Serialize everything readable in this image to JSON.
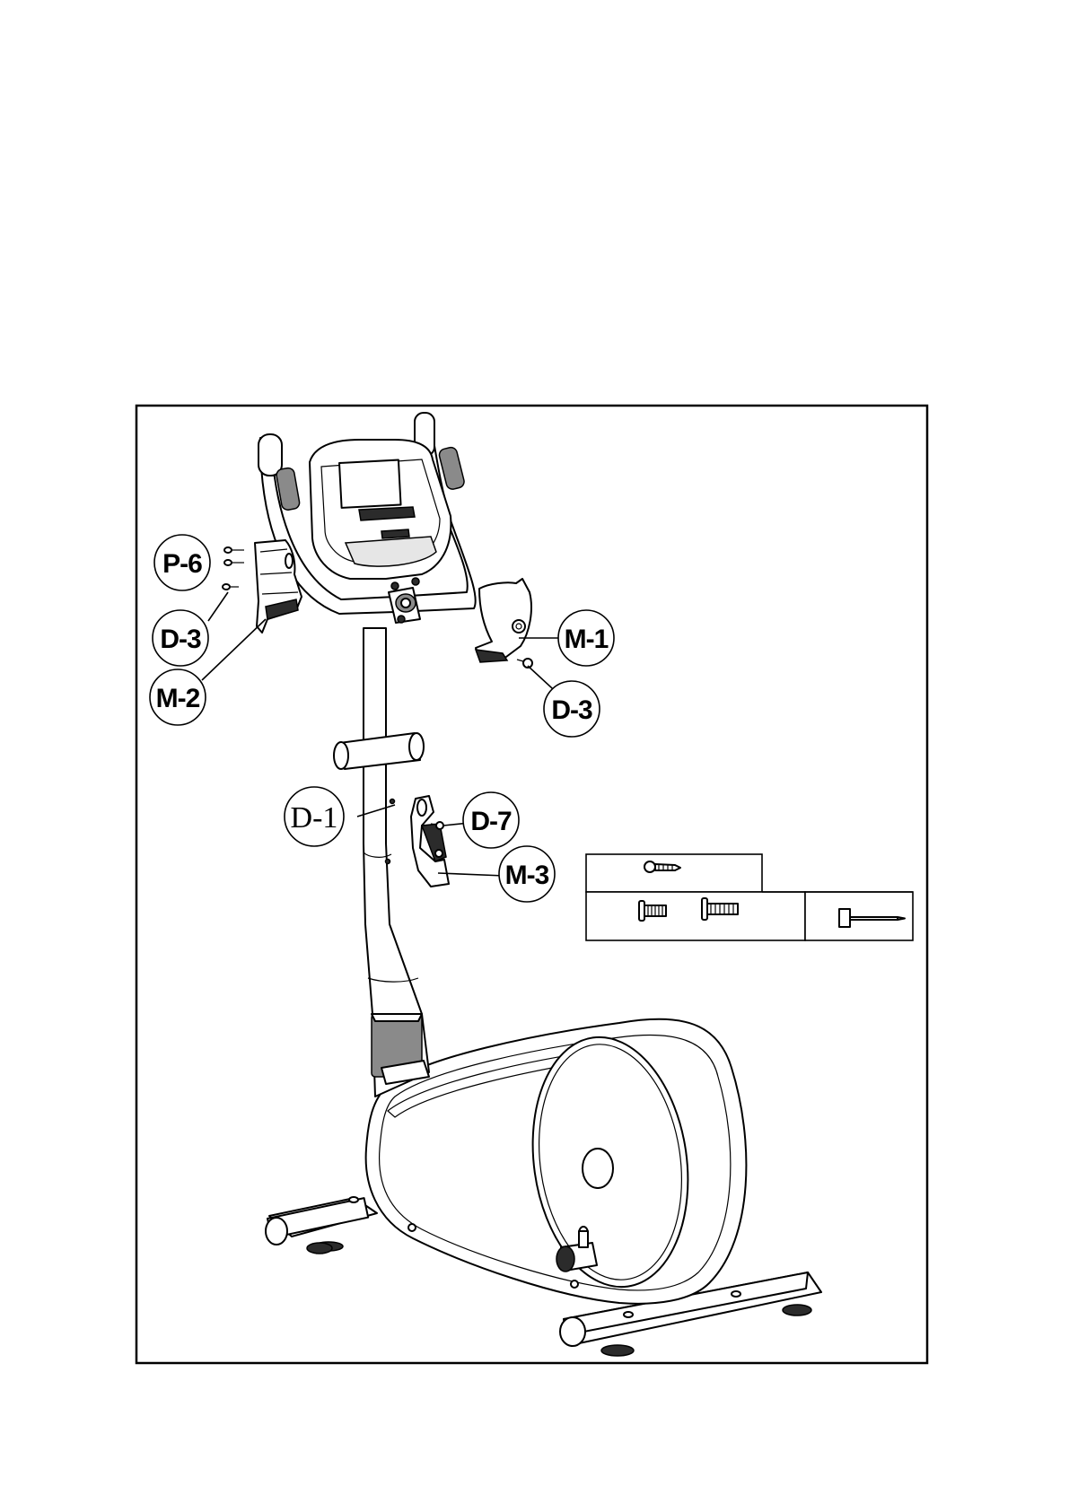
{
  "callouts": {
    "p6": "P-6",
    "d3_left": "D-3",
    "m2": "M-2",
    "m1": "M-1",
    "d3_right": "D-3",
    "d1": "D-1",
    "d7": "D-7",
    "m3": "M-3"
  },
  "hardware_box": {
    "screw_icon": "self-tapping-screw-icon",
    "bolt_icon_short": "short-bolt-icon",
    "bolt_icon_long": "long-bolt-icon",
    "pin_icon": "pin-icon"
  }
}
